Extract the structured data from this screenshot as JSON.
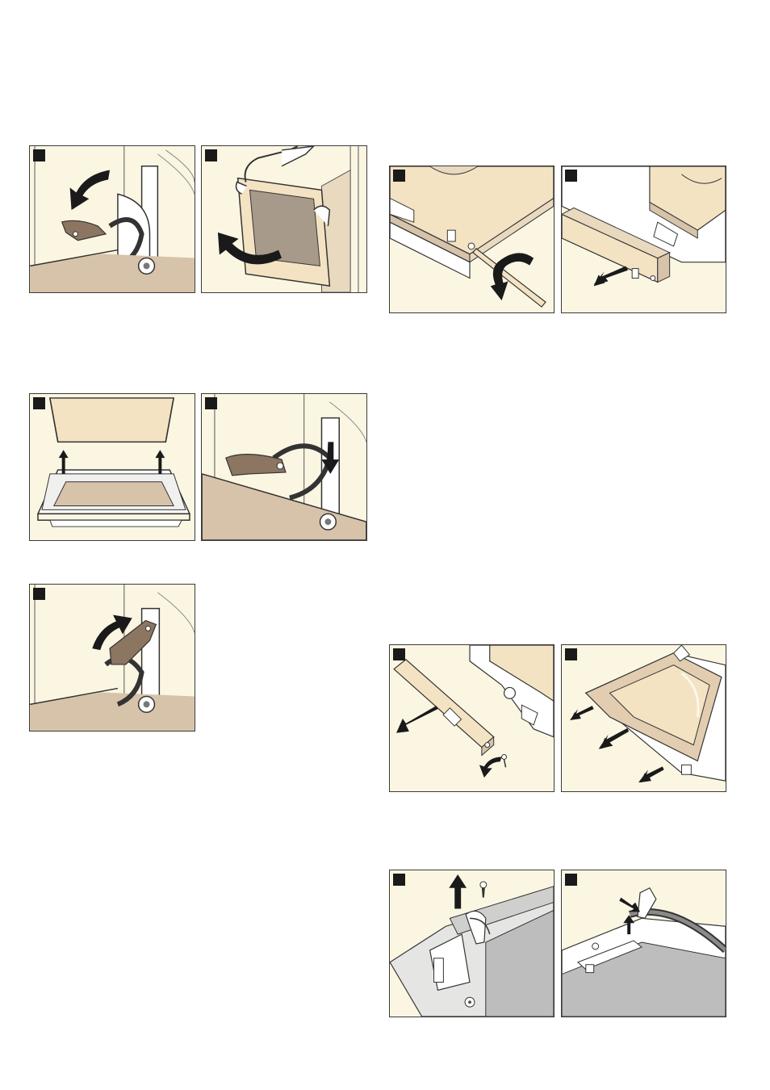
{
  "page": {
    "background": "#ffffff",
    "panel_background": "#fbf6e2",
    "accent_tan": "#d6c3a9",
    "hinge_brown": "#8c7561",
    "glass_cream": "#f3e3c3",
    "dark_grey": "#bdbdbd"
  },
  "panels": [
    {
      "id": "left-1",
      "marker": "step-marker",
      "illustration": "hinge-lever-unlock"
    },
    {
      "id": "left-2",
      "marker": "step-marker",
      "illustration": "door-lift-off"
    },
    {
      "id": "left-3",
      "marker": "step-marker",
      "illustration": "door-glass-insert"
    },
    {
      "id": "left-4",
      "marker": "step-marker",
      "illustration": "hinge-lever-close"
    },
    {
      "id": "left-5",
      "marker": "step-marker",
      "illustration": "hinge-lever-lock"
    },
    {
      "id": "right-1",
      "marker": "step-marker",
      "illustration": "screw-unscrew"
    },
    {
      "id": "right-2",
      "marker": "step-marker",
      "illustration": "trim-remove"
    },
    {
      "id": "right-3",
      "marker": "step-marker",
      "illustration": "rail-remove"
    },
    {
      "id": "right-4",
      "marker": "step-marker",
      "illustration": "glass-panel-remove"
    },
    {
      "id": "right-5",
      "marker": "step-marker",
      "illustration": "clip-screw-remove"
    },
    {
      "id": "right-6",
      "marker": "step-marker",
      "illustration": "seal-remove"
    }
  ]
}
